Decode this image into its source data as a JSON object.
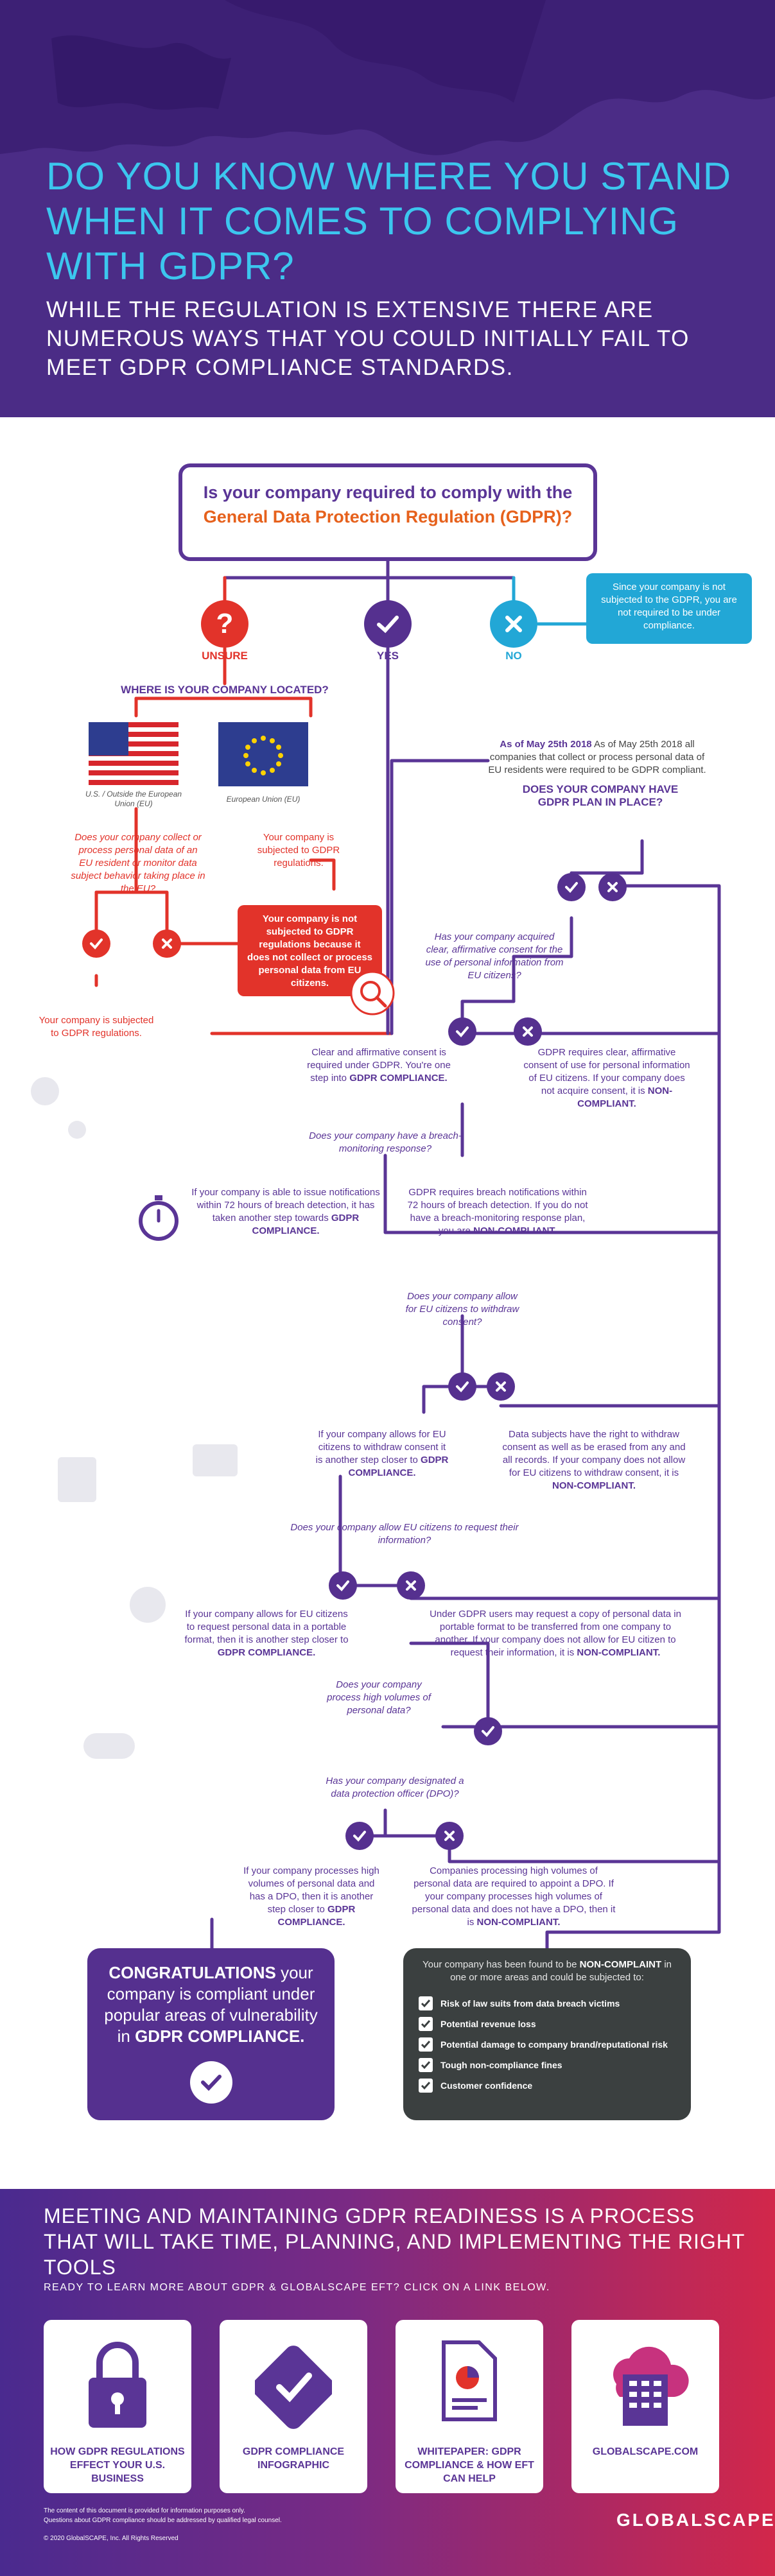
{
  "header": {
    "headline": "DO YOU KNOW WHERE YOU STAND WHEN IT COMES TO COMPLYING WITH GDPR?",
    "subhead": "WHILE THE REGULATION IS EXTENSIVE THERE ARE NUMEROUS WAYS THAT YOU COULD INITIALLY FAIL TO MEET GDPR COMPLIANCE STANDARDS."
  },
  "colors": {
    "header_bg": "#4b2c86",
    "headline": "#3cc6ee",
    "purple": "#55308f",
    "red": "#e2332a",
    "blue": "#22a7d6",
    "orange": "#e6611c",
    "dark": "#3b4040"
  },
  "flow": {
    "q1_line1": "Is your company required to comply with the",
    "q1_line2": "General Data Protection Regulation (GDPR)?",
    "unsure": "UNSURE",
    "yes": "YES",
    "no": "NO",
    "no_note": "Since your company is not subjected to the GDPR, you are not required to be under compliance.",
    "location_q": "WHERE IS YOUR COMPANY LOCATED?",
    "us_caption": "U.S. / Outside the European Union (EU)",
    "eu_caption": "European Union (EU)",
    "us_text": "Does your company collect or process personal data of an EU resident or monitor data subject behavior taking place in the EU?",
    "eu_text": "Your company is subjected to GDPR regulations.",
    "not_subject_note": "Your company is not subjected to GDPR regulations because it does not collect or process personal data from EU citizens.",
    "subjected_text": "Your company is subjected to GDPR regulations.",
    "may25_text": "As of May 25th 2018 all companies that collect or process personal data of EU residents were required to be GDPR compliant.",
    "plan_q": "DOES YOUR COMPANY HAVE GDPR PLAN IN PLACE?",
    "consent_q": "Has your company acquired clear, affirmative consent for the use of personal information from EU citizens?",
    "consent_yes": "Clear and affirmative consent is required under GDPR. You're one step into",
    "consent_yes_bold": "GDPR COMPLIANCE.",
    "consent_no": "GDPR requires clear, affirmative consent of use for personal information of EU citizens. If your company does not acquire consent, it is",
    "consent_no_bold": "NON-COMPLIANT.",
    "breach_q": "Does your company have a breach-monitoring response?",
    "breach_yes": "If your company is able to issue notifications within 72 hours of breach detection, it has taken another step towards",
    "breach_yes_bold": "GDPR COMPLIANCE.",
    "breach_no": "GDPR requires breach notifications within 72 hours of breach detection. If you do not have a breach-monitoring response plan, you are",
    "breach_no_bold": "NON-COMPLIANT.",
    "withdraw_q": "Does your company allow for EU citizens to withdraw consent?",
    "withdraw_yes": "If your company allows for EU citizens to withdraw consent it is another step closer to",
    "withdraw_yes_bold": "GDPR COMPLIANCE.",
    "withdraw_no": "Data subjects have the right to withdraw consent as well as be erased from any and all records. If your company does not allow for EU citizens to withdraw consent, it is",
    "withdraw_no_bold": "NON-COMPLIANT.",
    "request_q": "Does your company allow EU citizens to request their information?",
    "request_yes": "If your company allows for EU citizens to request personal data in a portable format, then it is another step closer to",
    "request_yes_bold": "GDPR COMPLIANCE.",
    "request_no": "Under GDPR users may request a copy of personal data in portable format to be transferred from one company to another. If your company does not allow for EU citizen to request their information, it is",
    "request_no_bold": "NON-COMPLIANT.",
    "volume_q": "Does your company process high volumes of personal data?",
    "dpo_q": "Has your company designated a data protection officer (DPO)?",
    "dpo_yes": "If your company processes high volumes of personal data and has a DPO, then it is another step closer to",
    "dpo_yes_bold": "GDPR COMPLIANCE.",
    "dpo_no": "Companies processing high volumes of personal data are required to appoint a DPO. If your company processes high volumes of personal data and does not have a DPO, then it is",
    "dpo_no_bold": "NON-COMPLIANT."
  },
  "congrats": {
    "title": "CONGRATULATIONS",
    "body": "your company is compliant under popular areas of vulnerability in",
    "bold_end": "GDPR COMPLIANCE."
  },
  "noncompliant": {
    "intro_a": "Your company has been found to be",
    "intro_bold": "NON-COMPLAINT",
    "intro_b": "in one or more areas and could be subjected to:",
    "items": [
      "Risk of law suits from data breach victims",
      "Potential revenue loss",
      "Potential damage to company brand/reputational risk",
      "Tough non-compliance fines",
      "Customer confidence"
    ]
  },
  "footer": {
    "headline": "MEETING AND MAINTAINING GDPR READINESS IS A PROCESS THAT WILL TAKE TIME, PLANNING, AND IMPLEMENTING THE RIGHT TOOLS",
    "sub": "READY TO LEARN MORE ABOUT GDPR & GLOBALSCAPE EFT? CLICK ON A LINK BELOW.",
    "cards": [
      "HOW GDPR REGULATIONS EFFECT YOUR U.S. BUSINESS",
      "GDPR COMPLIANCE INFOGRAPHIC",
      "WHITEPAPER: GDPR COMPLIANCE & HOW EFT CAN HELP",
      "GLOBALSCAPE.COM"
    ],
    "fine1": "The content of this document is provided for information purposes only.",
    "fine2": "Questions about GDPR compliance should be addressed by qualified legal counsel.",
    "fine3": "© 2020 GlobalSCAPE, Inc. All Rights Reserved",
    "logo": "GLOBALSCAPE"
  }
}
